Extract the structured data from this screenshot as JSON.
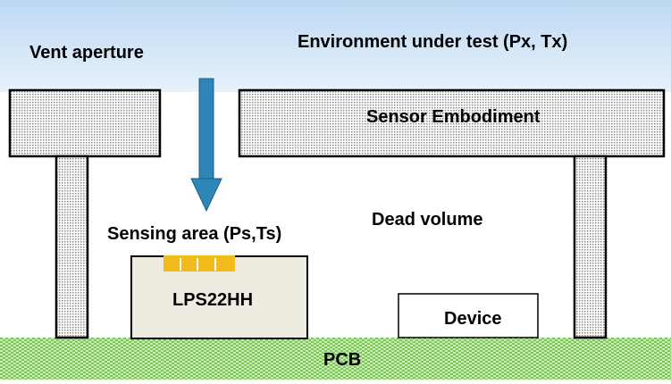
{
  "labels": {
    "vent_aperture": "Vent aperture",
    "environment": "Environment under test (Px, Tx)",
    "sensor_embodiment": "Sensor Embodiment",
    "sensing_area": "Sensing area (Ps,Ts)",
    "dead_volume": "Dead volume",
    "sensor_chip": "LPS22HH",
    "device": "Device",
    "pcb": "PCB"
  },
  "colors": {
    "environment_top": "#bcd8f2",
    "environment_bottom": "#e8f2fb",
    "stipple": "#8a8a8a",
    "arrow": "#2e86b8",
    "arrow_edge": "#1d5f86",
    "sensor_fill": "#eeebe0",
    "sensing_pads": "#f3bb1c",
    "pcb": "#7dc75a",
    "pcb_light": "#c9ecb4"
  }
}
